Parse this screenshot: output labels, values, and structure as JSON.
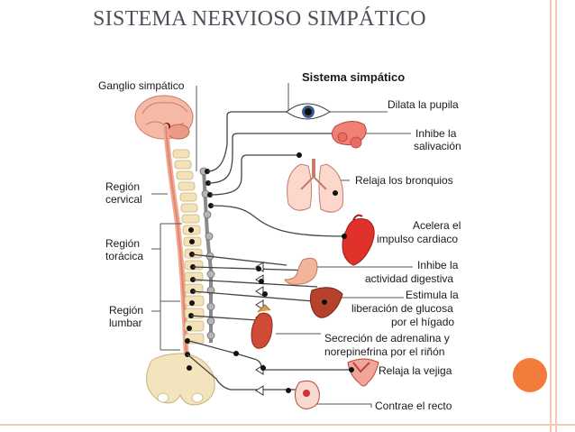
{
  "slide": {
    "title": "SISTEMA NERVIOSO SIMPÁTICO",
    "accent_color": "#f37c3a",
    "border_color": "#f3c9b8"
  },
  "diagram": {
    "heading": "Sistema simpático",
    "left_labels": {
      "ganglion": "Ganglio simpático",
      "cervical": [
        "Región",
        "cervical"
      ],
      "thoracic": [
        "Región",
        "torácica"
      ],
      "lumbar": [
        "Región",
        "lumbar"
      ]
    },
    "effects": [
      {
        "lines": [
          "Dilata la pupila"
        ],
        "organ": "eye"
      },
      {
        "lines": [
          "Inhibe la",
          "salivación"
        ],
        "organ": "salivary-gland"
      },
      {
        "lines": [
          "Relaja los bronquios"
        ],
        "organ": "lungs"
      },
      {
        "lines": [
          "Acelera el",
          "impulso cardiaco"
        ],
        "organ": "heart"
      },
      {
        "lines": [
          "Inhibe la",
          "actividad digestiva"
        ],
        "organ": "stomach"
      },
      {
        "lines": [
          "Estimula la",
          "liberación de glucosa",
          "por el hígado"
        ],
        "organ": "liver"
      },
      {
        "lines": [
          "Secreción de adrenalina y",
          "norepinefrina por el riñón"
        ],
        "organ": "kidney"
      },
      {
        "lines": [
          "Relaja la vejiga"
        ],
        "organ": "bladder"
      },
      {
        "lines": [
          "Contrae el recto"
        ],
        "organ": "rectum"
      }
    ]
  }
}
